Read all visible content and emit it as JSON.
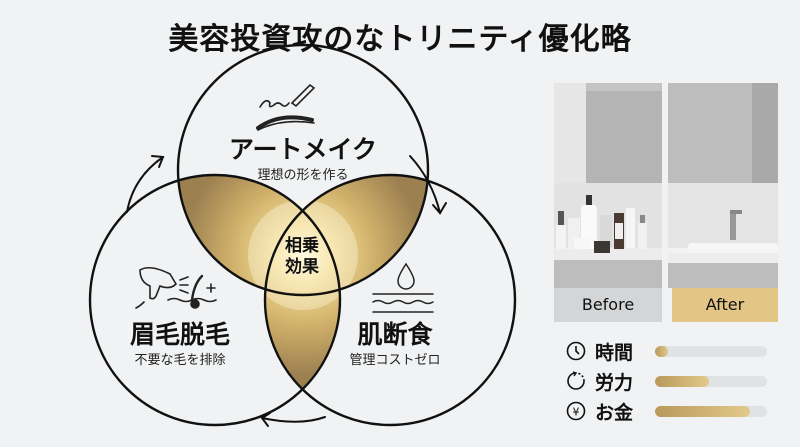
{
  "title": "美容投資攻のなトリニティ優化略",
  "venn": {
    "top": {
      "icon": "eyebrow-pen-icon",
      "heading": "アートメイク",
      "subtitle": "理想の形を作る"
    },
    "left": {
      "icon": "hair-removal-device-icon",
      "heading": "眉毛脱毛",
      "subtitle": "不要な毛を排除"
    },
    "right": {
      "icon": "skin-water-drop-icon",
      "heading": "肌断食",
      "subtitle": "管理コストゼロ"
    },
    "center": {
      "line1": "相乗",
      "line2": "効果"
    },
    "accent_color": "#c9a95c"
  },
  "comparison": {
    "before_label": "Before",
    "after_label": "After",
    "before_color": "#d4d5d7",
    "after_color": "#e3c585"
  },
  "metrics": [
    {
      "icon": "clock-icon",
      "label": "時間",
      "percent": 12
    },
    {
      "icon": "refresh-cycle-icon",
      "label": "労力",
      "percent": 48
    },
    {
      "icon": "yen-icon",
      "label": "お金",
      "percent": 85
    }
  ]
}
